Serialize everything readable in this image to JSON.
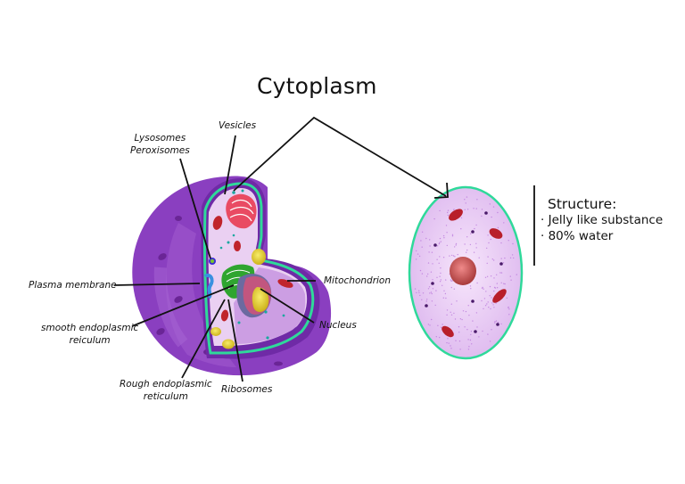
{
  "title": "Cytoplasm",
  "labels": {
    "lysosomes": "Lysosomes",
    "peroxisomes": "Peroxisomes",
    "vesicles": "Vesicles",
    "plasma_membrane": "Plasma membrane",
    "smooth_er_line1": "smooth endoplasmic",
    "smooth_er_line2": "reiculum",
    "rough_er_line1": "Rough endoplasmic",
    "rough_er_line2": "reticulum",
    "ribosomes": "Ribosomes",
    "mitochondrion": "Mitochondrion",
    "nucleus": "Nucleus"
  },
  "structure": {
    "heading": "Structure:",
    "items": [
      "· Jelly like substance",
      "· 80% water"
    ]
  },
  "colors": {
    "cell_outer": "#8a3fc0",
    "cell_dark": "#6f2aa6",
    "cytoplasm": "#ead0f2",
    "membrane": "#2fd99a",
    "mitochondria": "#c0242c",
    "golgi": "#e94b63",
    "er_green": "#2fa52f",
    "vesicle_yellow": "#e8d020",
    "nucleus_pink": "#c2567f",
    "line": "#111111"
  }
}
